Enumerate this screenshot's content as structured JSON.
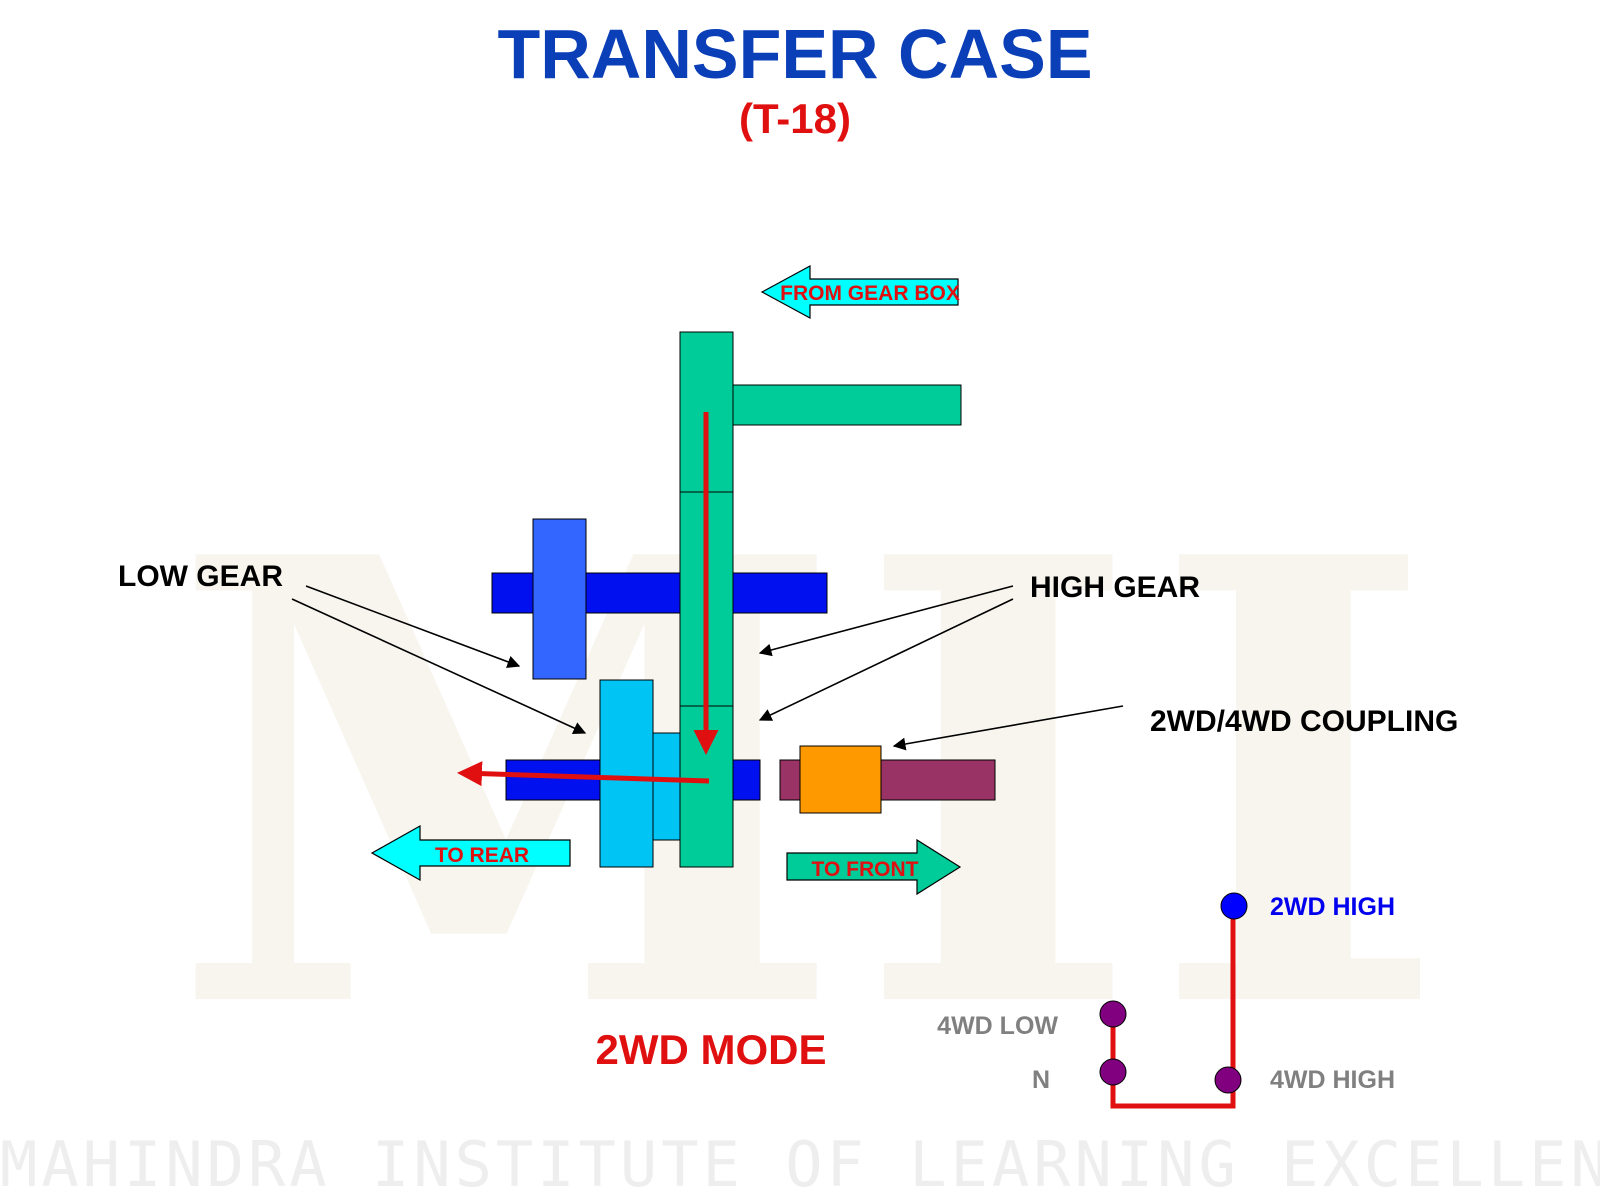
{
  "watermark": {
    "logo_text": "MILE",
    "org_name": "MAHINDRA INSTITUTE OF LEARNING  EXCELLENCE"
  },
  "header": {
    "title": "TRANSFER CASE",
    "subtitle": "(T-18)"
  },
  "diagram": {
    "arrows": {
      "from_gear_box": "FROM GEAR BOX",
      "to_rear": "TO REAR",
      "to_front": "TO FRONT"
    },
    "callouts": {
      "low_gear": "LOW GEAR",
      "high_gear": "HIGH GEAR",
      "coupling": "2WD/4WD COUPLING"
    },
    "mode_label": "2WD MODE"
  },
  "shift_pattern": {
    "positions": {
      "two_wd_high": "2WD HIGH",
      "four_wd_low": "4WD LOW",
      "neutral": "N",
      "four_wd_high": "4WD HIGH"
    },
    "selected": "2WD HIGH"
  },
  "colors": {
    "title_blue": "#0b3fb8",
    "accent_red": "#e01010",
    "shaft_blue": "#0010ee",
    "low_gear_blue": "#3366ff",
    "cluster_cyan": "#00c4f4",
    "main_gear_green": "#00cc99",
    "arrow_cyan": "#00ffff",
    "coupling_orange": "#ff9900",
    "front_shaft_maroon": "#993366",
    "shift_purple": "#800080",
    "shift_selected_blue": "#0000ff",
    "shift_label_grey": "#808080"
  }
}
